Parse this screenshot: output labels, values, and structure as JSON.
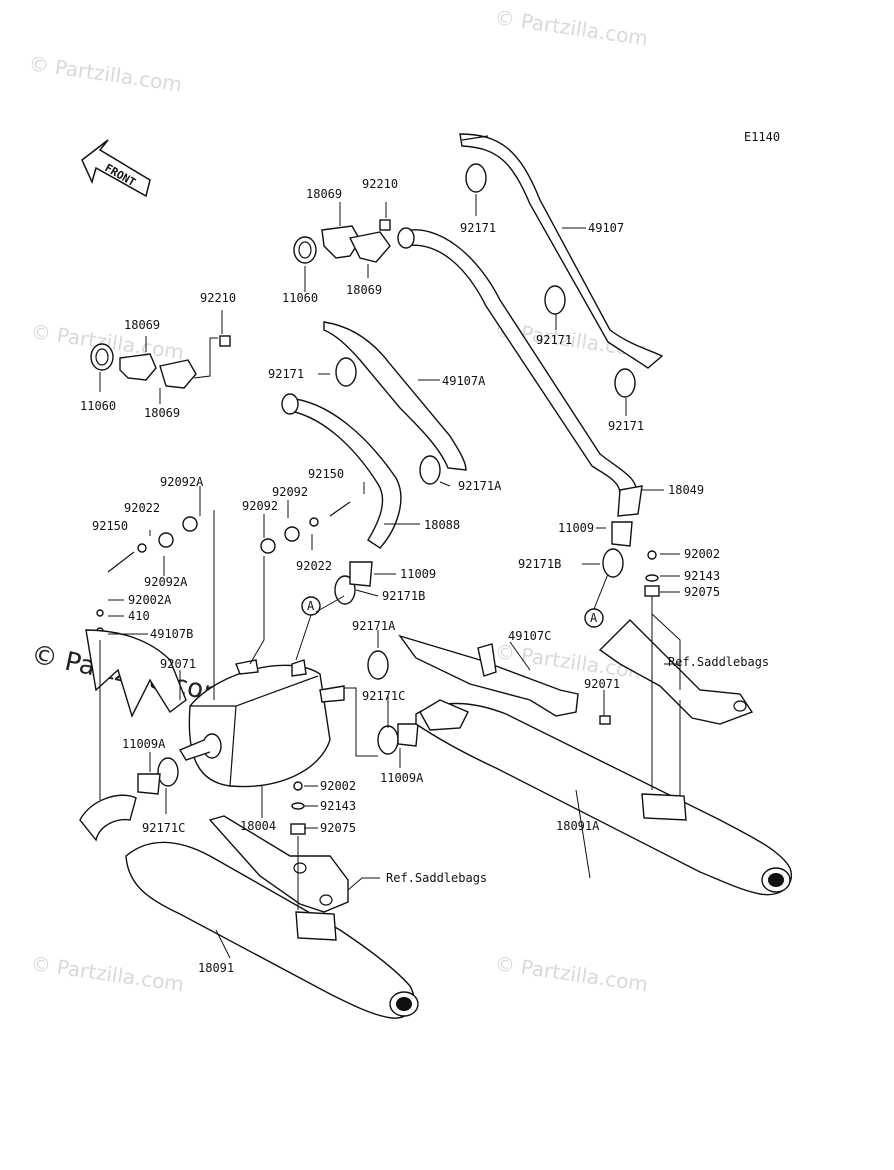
{
  "diagram": {
    "code": "E1140",
    "front_label": "FRONT",
    "watermark_text": "© Partzilla.com",
    "callout": "A",
    "labels": [
      {
        "id": "l-49107",
        "text": "49107"
      },
      {
        "id": "l-92171-a1",
        "text": "92171"
      },
      {
        "id": "l-92171-a2",
        "text": "92171"
      },
      {
        "id": "l-92171-a3",
        "text": "92171"
      },
      {
        "id": "l-18069-a",
        "text": "18069"
      },
      {
        "id": "l-92210-a",
        "text": "92210"
      },
      {
        "id": "l-11060-a",
        "text": "11060"
      },
      {
        "id": "l-18069-b",
        "text": "18069"
      },
      {
        "id": "l-92210-b",
        "text": "92210"
      },
      {
        "id": "l-18069-c",
        "text": "18069"
      },
      {
        "id": "l-11060-b",
        "text": "11060"
      },
      {
        "id": "l-18069-d",
        "text": "18069"
      },
      {
        "id": "l-92171-b",
        "text": "92171"
      },
      {
        "id": "l-49107A",
        "text": "49107A"
      },
      {
        "id": "l-92171A-a",
        "text": "92171A"
      },
      {
        "id": "l-18049",
        "text": "18049"
      },
      {
        "id": "l-11009-a",
        "text": "11009"
      },
      {
        "id": "l-92171B-a",
        "text": "92171B"
      },
      {
        "id": "l-92002-a",
        "text": "92002"
      },
      {
        "id": "l-92143-a",
        "text": "92143"
      },
      {
        "id": "l-92075-a",
        "text": "92075"
      },
      {
        "id": "l-92092A-a",
        "text": "92092A"
      },
      {
        "id": "l-92150-a",
        "text": "92150"
      },
      {
        "id": "l-92092-a",
        "text": "92092"
      },
      {
        "id": "l-92092-b",
        "text": "92092"
      },
      {
        "id": "l-18088",
        "text": "18088"
      },
      {
        "id": "l-92022-a",
        "text": "92022"
      },
      {
        "id": "l-92150-b",
        "text": "92150"
      },
      {
        "id": "l-92092A-b",
        "text": "92092A"
      },
      {
        "id": "l-92022-b",
        "text": "92022"
      },
      {
        "id": "l-11009-b",
        "text": "11009"
      },
      {
        "id": "l-92171B-b",
        "text": "92171B"
      },
      {
        "id": "l-92002A",
        "text": "92002A"
      },
      {
        "id": "l-410",
        "text": "410"
      },
      {
        "id": "l-49107B",
        "text": "49107B"
      },
      {
        "id": "l-92171A-b",
        "text": "92171A"
      },
      {
        "id": "l-49107C",
        "text": "49107C"
      },
      {
        "id": "l-ref-saddlebags-a",
        "text": "Ref.Saddlebags"
      },
      {
        "id": "l-92071-a",
        "text": "92071"
      },
      {
        "id": "l-92071-b",
        "text": "92071"
      },
      {
        "id": "l-92171C-a",
        "text": "92171C"
      },
      {
        "id": "l-11009A-a",
        "text": "11009A"
      },
      {
        "id": "l-11009A-b",
        "text": "11009A"
      },
      {
        "id": "l-92171C-b",
        "text": "92171C"
      },
      {
        "id": "l-92002-b",
        "text": "92002"
      },
      {
        "id": "l-92143-b",
        "text": "92143"
      },
      {
        "id": "l-92075-b",
        "text": "92075"
      },
      {
        "id": "l-18004",
        "text": "18004"
      },
      {
        "id": "l-18091A",
        "text": "18091A"
      },
      {
        "id": "l-ref-saddlebags-b",
        "text": "Ref.Saddlebags"
      },
      {
        "id": "l-18091",
        "text": "18091"
      }
    ]
  }
}
